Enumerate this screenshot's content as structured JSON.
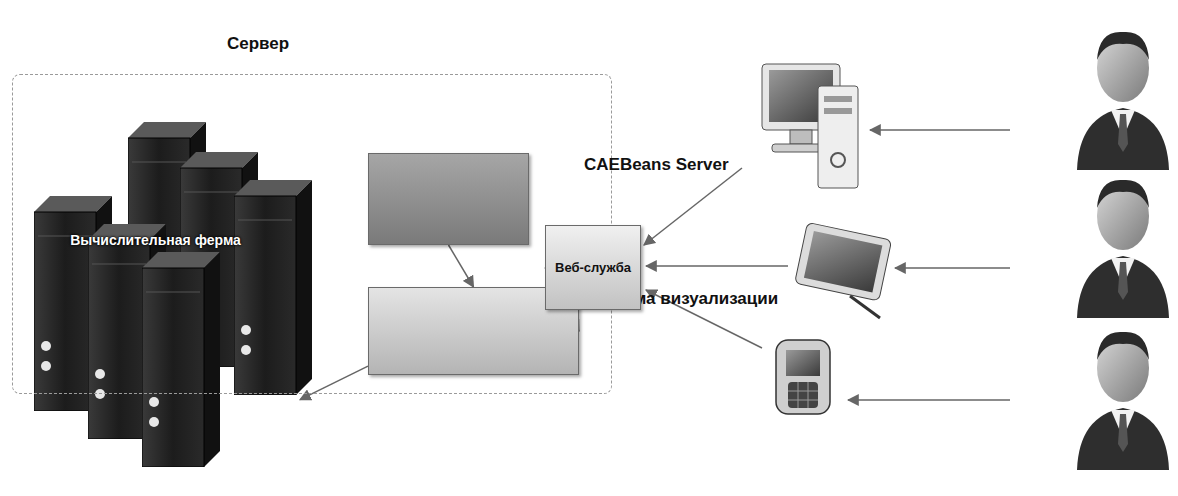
{
  "diagram": {
    "nodes": [
      {
        "text": [
          "Сервер"
        ]
      },
      {
        "text": [
          "Вычислительная ферма"
        ],
        "in": 0
      },
      {
        "text": [
          "CAEBeans Server"
        ],
        "in": 0
      },
      {
        "text": [
          "Система визуализации"
        ],
        "in": 0
      },
      {
        "text": [
          "Веб-служба"
        ]
      }
    ],
    "edges": [
      {
        "from": 2,
        "to": 3,
        "arrow": "to"
      },
      {
        "from": 3,
        "to": 1,
        "arrow": "to"
      },
      {
        "from": 4,
        "to": 3,
        "arrow": "to"
      }
    ]
  }
}
